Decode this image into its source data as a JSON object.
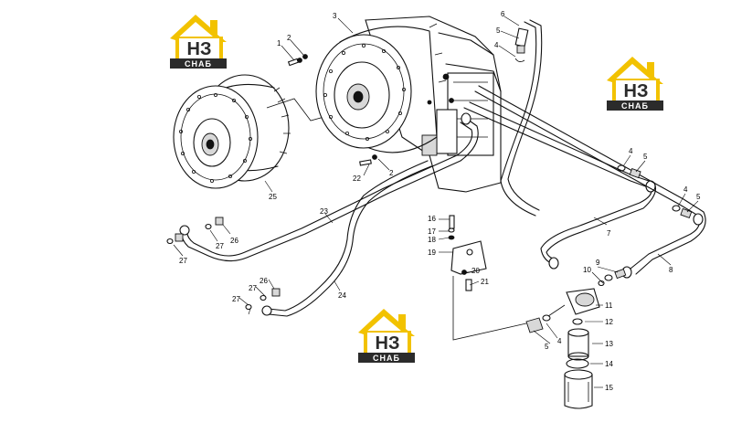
{
  "logo": {
    "mark": "НЗ",
    "caption": "СНАБ",
    "accent_color": "#f2c200",
    "dark_color": "#2b2b2b"
  },
  "callouts": [
    {
      "id": "c1",
      "text": "1"
    },
    {
      "id": "c2a",
      "text": "2"
    },
    {
      "id": "c3",
      "text": "3"
    },
    {
      "id": "c4a",
      "text": "4"
    },
    {
      "id": "c5a",
      "text": "5"
    },
    {
      "id": "c6",
      "text": "6"
    },
    {
      "id": "c4b",
      "text": "4"
    },
    {
      "id": "c5b",
      "text": "5"
    },
    {
      "id": "c4c",
      "text": "4"
    },
    {
      "id": "c5c",
      "text": "5"
    },
    {
      "id": "c7",
      "text": "7"
    },
    {
      "id": "c8",
      "text": "8"
    },
    {
      "id": "c9",
      "text": "9"
    },
    {
      "id": "c10",
      "text": "10"
    },
    {
      "id": "c11",
      "text": "11"
    },
    {
      "id": "c12",
      "text": "12"
    },
    {
      "id": "c13",
      "text": "13"
    },
    {
      "id": "c14",
      "text": "14"
    },
    {
      "id": "c15",
      "text": "15"
    },
    {
      "id": "c4d",
      "text": "4"
    },
    {
      "id": "c5d",
      "text": "5"
    },
    {
      "id": "c16",
      "text": "16"
    },
    {
      "id": "c17",
      "text": "17"
    },
    {
      "id": "c18",
      "text": "18"
    },
    {
      "id": "c19",
      "text": "19"
    },
    {
      "id": "c20",
      "text": "20"
    },
    {
      "id": "c21",
      "text": "21"
    },
    {
      "id": "c22",
      "text": "22"
    },
    {
      "id": "c2b",
      "text": "2"
    },
    {
      "id": "c23",
      "text": "23"
    },
    {
      "id": "c24",
      "text": "24"
    },
    {
      "id": "c25",
      "text": "25"
    },
    {
      "id": "c26a",
      "text": "26"
    },
    {
      "id": "c27a",
      "text": "27"
    },
    {
      "id": "c27b",
      "text": "27"
    },
    {
      "id": "c26b",
      "text": "26"
    },
    {
      "id": "c27c",
      "text": "27"
    },
    {
      "id": "c27d",
      "text": "27"
    }
  ]
}
